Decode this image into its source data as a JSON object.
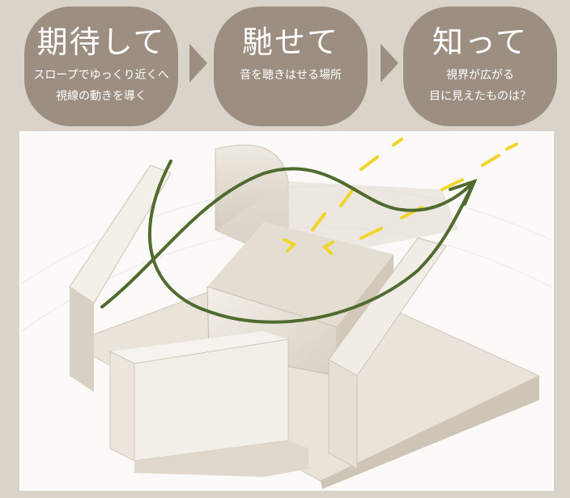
{
  "steps": [
    {
      "title": "期待して",
      "lines": [
        "スロープでゆっくり近くへ",
        "視線の動きを導く"
      ]
    },
    {
      "title": "馳せて",
      "lines": [
        "音を聴きはせる場所"
      ]
    },
    {
      "title": "知って",
      "lines": [
        "視界が広がる",
        "目に見えたものは？"
      ]
    }
  ],
  "colors": {
    "step_bg": "#9c8f82",
    "page_bg": "#d9d3ca",
    "model": "#ece7df",
    "path_arrow": "#4f6b2e",
    "sound_marks": "#f0d42c"
  },
  "icons": [
    "chevron-right-icon",
    "chevron-right-icon"
  ]
}
